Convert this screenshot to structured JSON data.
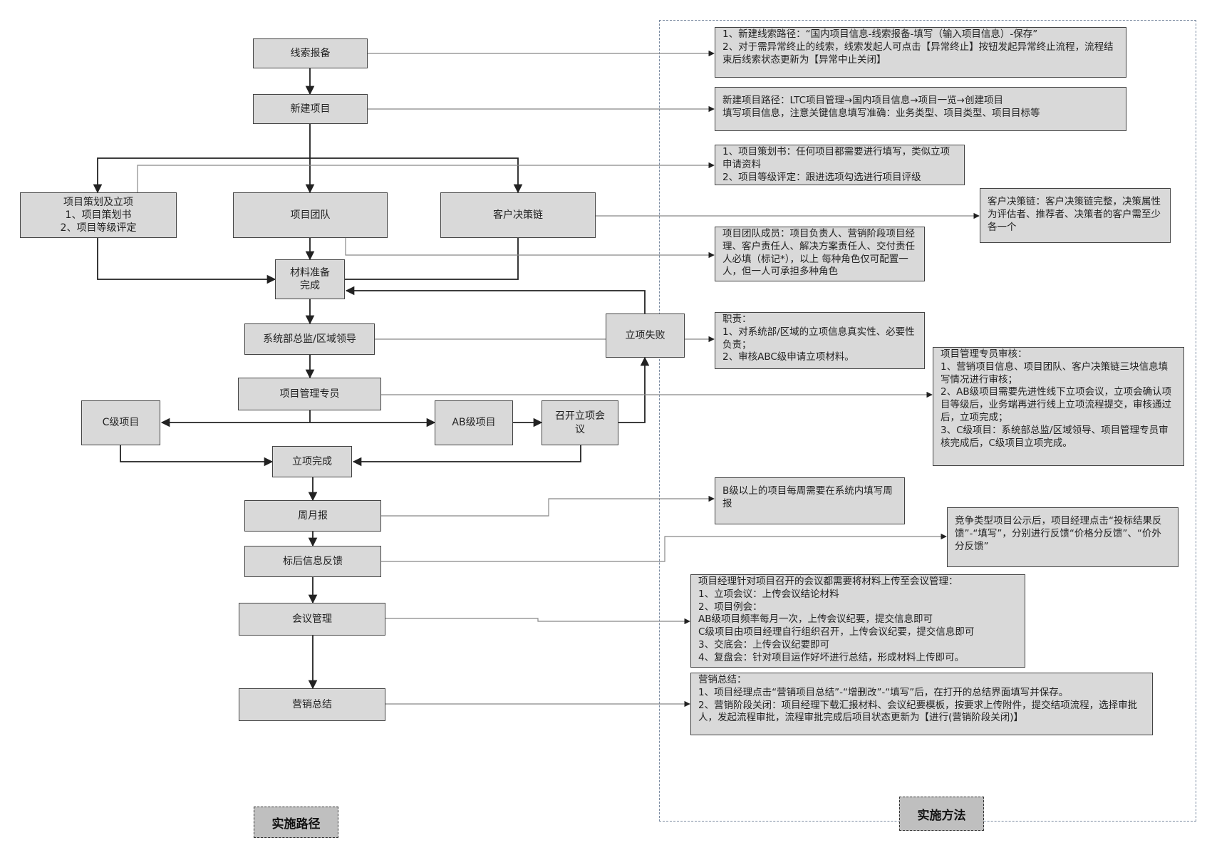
{
  "nodes": {
    "clue": "线索报备",
    "new_project": "新建项目",
    "planning": "项目策划及立项\n1、项目策划书\n2、项目等级评定",
    "team": "项目团队",
    "decision_chain": "客户决策链",
    "materials": "材料准备\n完成",
    "director": "系统部总监/区域领导",
    "pm_specialist": "项目管理专员",
    "c_level": "C级项目",
    "ab_level": "AB级项目",
    "meeting_hold": "召开立项会\n议",
    "failed": "立项失败",
    "completed": "立项完成",
    "weekly": "周月报",
    "bid_feedback": "标后信息反馈",
    "meeting_mgmt": "会议管理",
    "summary": "营销总结"
  },
  "notes": {
    "clue": "1、新建线索路径：“国内项目信息-线索报备-填写（输入项目信息）-保存”\n2、对于需异常终止的线索，线索发起人可点击【异常终止】按钮发起异常终止流程，流程结束后线索状态更新为【异常中止关闭】",
    "new_project": "新建项目路径：LTC项目管理→国内项目信息→项目一览→创建项目\n填写项目信息，注意关键信息填写准确：业务类型、项目类型、项目目标等",
    "planning": "1、项目策划书：任何项目都需要进行填写，类似立项申请资料\n2、项目等级评定：跟进选项勾选进行项目评级",
    "decision_chain": "客户决策链：客户决策链完整，决策属性为评估者、推荐者、决策者的客户需至少各一个",
    "team": "项目团队成员：项目负责人、营销阶段项目经理、客户责任人、解决方案责任人、交付责任人必填（标记*），以上 每种角色仅可配置一人，但一人可承担多种角色",
    "director": "职责：\n1、对系统部/区域的立项信息真实性、必要性负责；\n2、审核ABC级申请立项材料。",
    "pm_specialist": "项目管理专员审核：\n1、营销项目信息、项目团队、客户决策链三块信息填写情况进行审核；\n2、AB级项目需要先进性线下立项会议，立项会确认项目等级后，业务端再进行线上立项流程提交，审核通过后，立项完成；\n3、C级项目：系统部总监/区域领导、项目管理专员审核完成后，C级项目立项完成。",
    "weekly": "B级以上的项目每周需要在系统内填写周报",
    "bid_feedback": "竞争类型项目公示后，项目经理点击“投标结果反馈”-“填写”，分别进行反馈“价格分反馈”、“价外分反馈”",
    "meeting_mgmt": "项目经理针对项目召开的会议都需要将材料上传至会议管理：\n1、立项会议：上传会议结论材料\n2、项目例会：\nAB级项目频率每月一次，上传会议纪要，提交信息即可\nC级项目由项目经理自行组织召开，上传会议纪要，提交信息即可\n3、交底会：上传会议纪要即可\n4、复盘会：针对项目运作好坏进行总结，形成材料上传即可。",
    "summary": "营销总结：\n1、项目经理点击“营销项目总结”-“增删改”-“填写”后，在打开的总结界面填写并保存。\n2、营销阶段关闭：项目经理下载汇报材料、会议纪要模板，按要求上传附件，提交结项流程，选择审批人，发起流程审批，流程审批完成后项目状态更新为【进行(营销阶段关闭)】"
  },
  "labels": {
    "path": "实施路径",
    "method": "实施方法"
  },
  "colors": {
    "box_fill": "#d9d9d9",
    "box_border": "#444444",
    "connector": "#222222",
    "note_connector": "#888888",
    "region_border": "#7a8aa0"
  }
}
